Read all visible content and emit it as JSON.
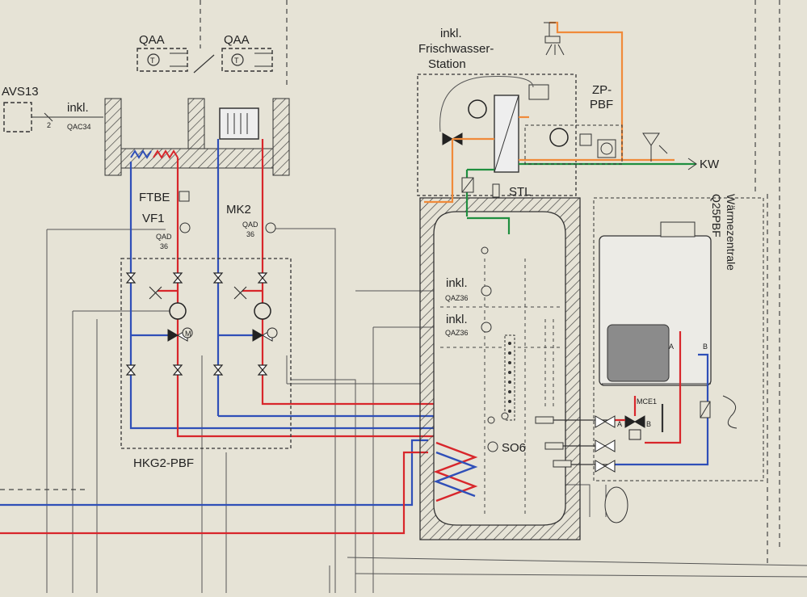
{
  "colors": {
    "paper": "#e6e3d6",
    "ink": "#2a2a2a",
    "supply": "#d8262b",
    "return": "#2f4fb8",
    "solar_dhw": "#f08a3a",
    "cold_water": "#1f8f3f"
  },
  "labels": {
    "qaa_left": "QAA",
    "qaa_right": "QAA",
    "avs13": "AVS13",
    "inkl_qac": "inkl.",
    "qac34": "QAC34",
    "num2": "2",
    "ftbe": "FTBE",
    "vf1": "VF1",
    "qad_left": "QAD",
    "qad_left_num": "36",
    "mk2": "MK2",
    "qad_right": "QAD",
    "qad_right_num": "36",
    "station_inkl": "inkl.",
    "station_line2": "Frischwasser-",
    "station_line3": "Station",
    "zp": "ZP-",
    "pbf": "PBF",
    "kw": "KW",
    "stl": "STL",
    "inkl_qaz_1": "inkl.",
    "qaz36_1": "QAZ36",
    "inkl_qaz_2": "inkl.",
    "qaz36_2": "QAZ36",
    "so6": "SO6",
    "hkg2": "HKG2-PBF",
    "waermezentrale": "Wärmezentrale",
    "q25pbf": "Q25PBF",
    "mce1": "MCE1",
    "port_a_upper": "A",
    "port_b_upper": "B",
    "port_a_lower": "A",
    "port_b_lower": "B",
    "sensor_t": "T",
    "motor_m": "M"
  }
}
